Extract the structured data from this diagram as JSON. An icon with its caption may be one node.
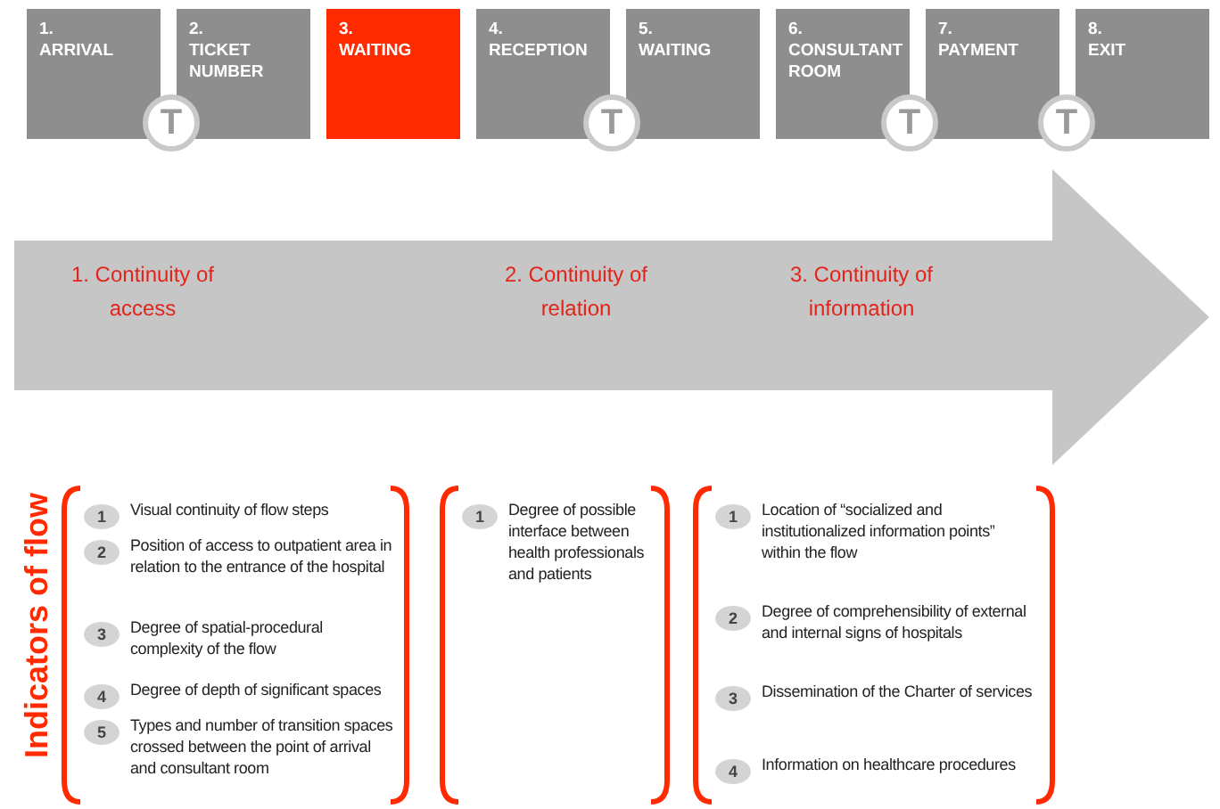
{
  "diagram": {
    "nodes": [
      {
        "text": [
          "1. ARRIVAL"
        ]
      },
      {
        "text": [
          "2. TICKET NUMBER"
        ]
      },
      {
        "text": [
          "3. WAITING"
        ]
      },
      {
        "text": [
          "4. RECEPTION"
        ]
      },
      {
        "text": [
          "5. WAITING"
        ]
      },
      {
        "text": [
          "6. CONSULTANT ROOM"
        ]
      },
      {
        "text": [
          "7. PAYMENT"
        ]
      },
      {
        "text": [
          "8. EXIT"
        ]
      },
      {
        "text": [
          "T"
        ]
      },
      {
        "text": [
          "T"
        ]
      },
      {
        "text": [
          "T"
        ]
      },
      {
        "text": [
          "T"
        ]
      },
      {
        "text": [
          "1. Continuity of access",
          "2. Continuity of relation",
          "3. Continuity of information"
        ]
      },
      {
        "text": [],
        "shape": "bracket"
      },
      {
        "text": [
          "1",
          "Visual continuity of flow steps"
        ],
        "in": 13
      },
      {
        "text": [
          "2",
          "Position of access to outpatient area in relation to the entrance of the hospital"
        ],
        "in": 13
      },
      {
        "text": [
          "3",
          "Degree of spatial-procedural complexity of the flow"
        ],
        "in": 13
      },
      {
        "text": [
          "4",
          "Degree of depth of significant spaces"
        ],
        "in": 13
      },
      {
        "text": [
          "5",
          "Types and number of transition spaces crossed between the point of arrival and consultant room"
        ],
        "in": 13
      },
      {
        "text": [],
        "shape": "bracket"
      },
      {
        "text": [
          "1",
          "Degree of possible interface between health professionals and patients"
        ],
        "in": 19
      },
      {
        "text": [],
        "shape": "bracket"
      },
      {
        "text": [
          "1",
          "Location of “socialized and institutionalized information points” within the flow"
        ],
        "in": 21
      },
      {
        "text": [
          "2",
          "Degree of comprehensibility of external and internal signs of hospitals"
        ],
        "in": 21
      },
      {
        "text": [
          "3",
          "Dissemination of the Charter of services"
        ],
        "in": 21
      },
      {
        "text": [
          "4",
          "Information on healthcare procedures"
        ],
        "in": 21
      }
    ],
    "labels": [
      "Indicators of flow"
    ]
  }
}
